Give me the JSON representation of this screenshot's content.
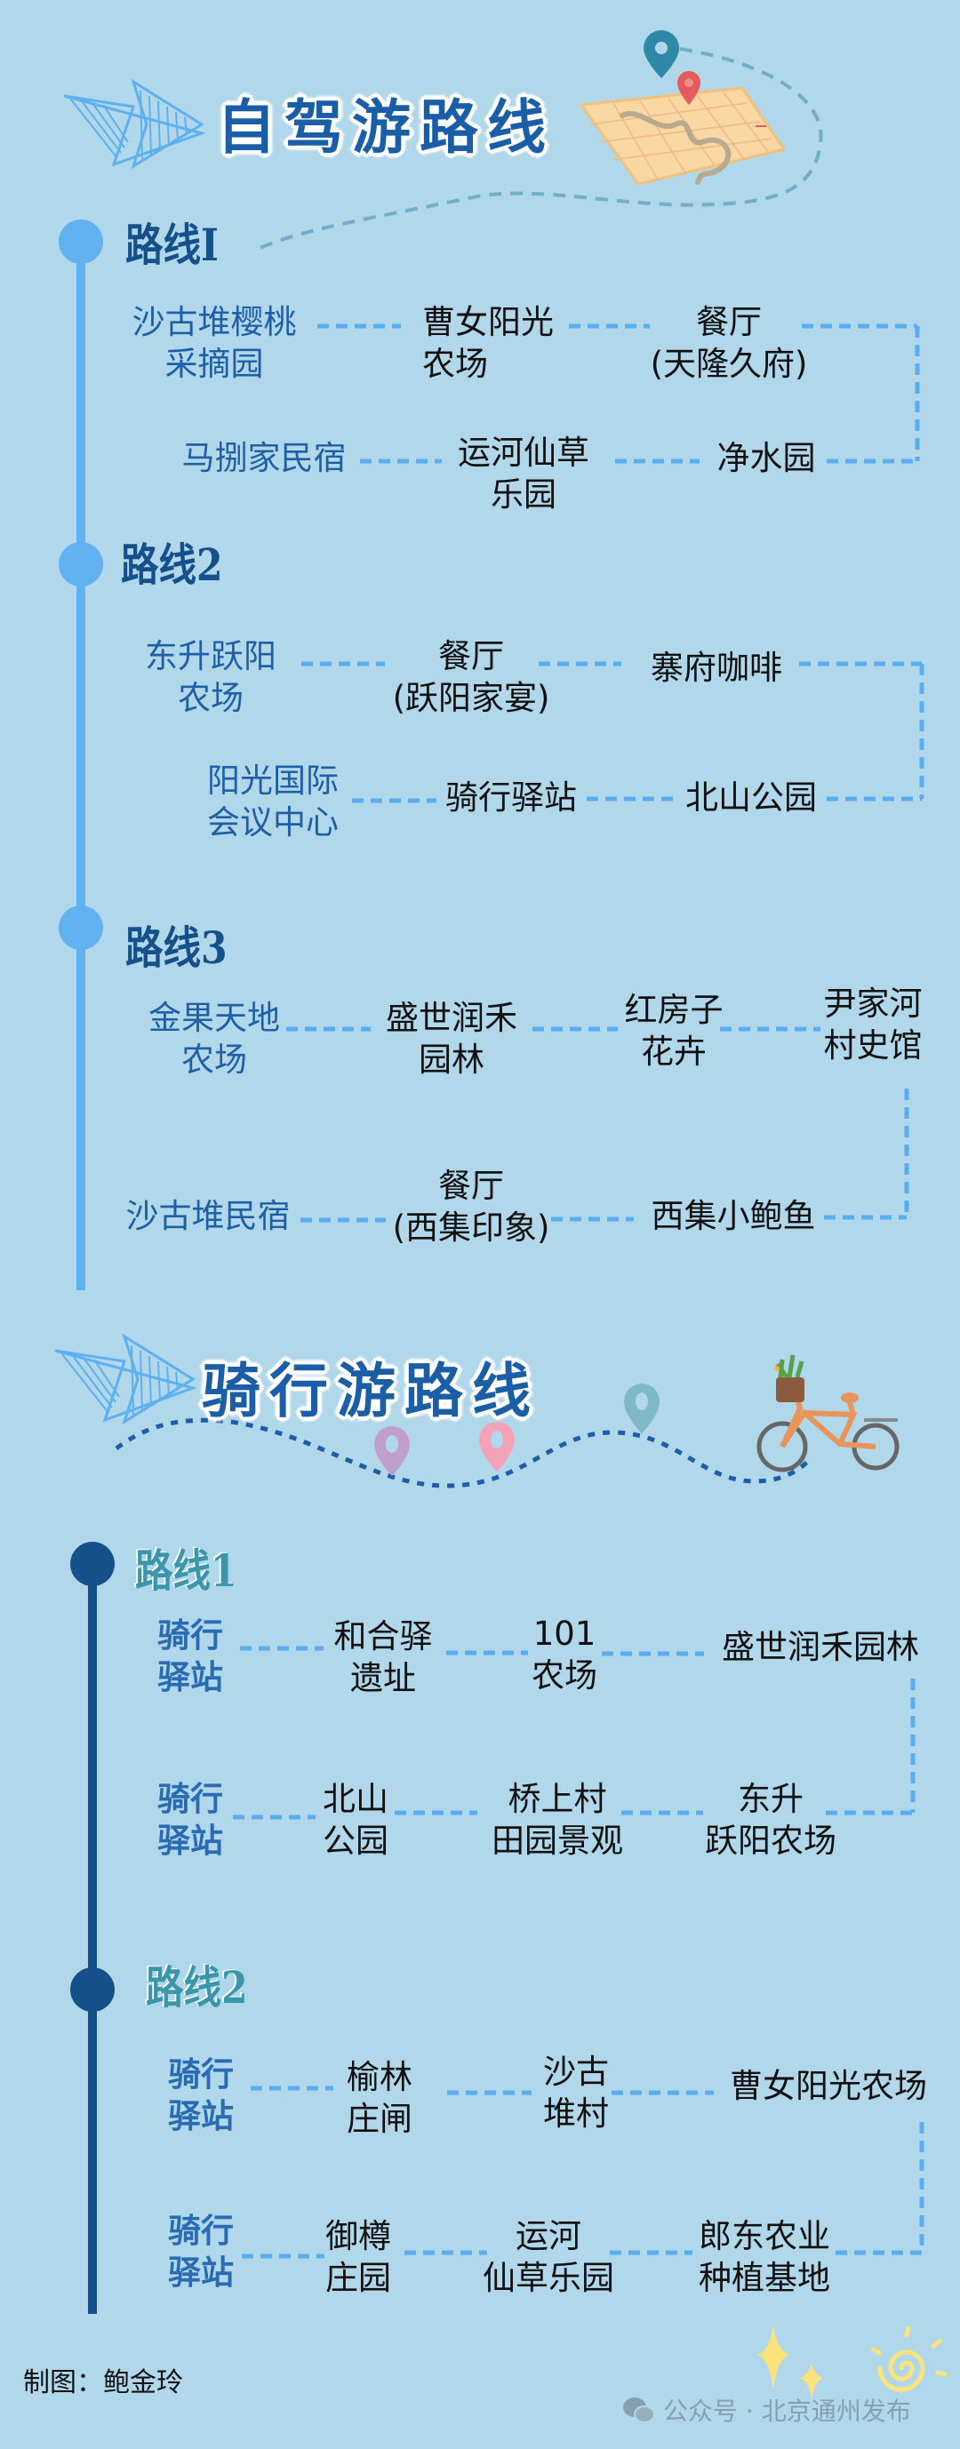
{
  "drive": {
    "title": "自驾游路线",
    "routes": [
      {
        "label": "路线I",
        "rows": [
          [
            {
              "lines": [
                "沙古堆樱桃",
                "采摘园"
              ]
            },
            {
              "lines": [
                "曹女阳光",
                "农场"
              ]
            },
            {
              "lines": [
                "餐厅",
                "(天隆久府)"
              ]
            }
          ],
          [
            {
              "lines": [
                "马捌家民宿"
              ]
            },
            {
              "lines": [
                "运河仙草",
                "乐园"
              ]
            },
            {
              "lines": [
                "净水园"
              ]
            }
          ]
        ]
      },
      {
        "label": "路线2",
        "rows": [
          [
            {
              "lines": [
                "东升跃阳",
                "农场"
              ]
            },
            {
              "lines": [
                "餐厅",
                "(跃阳家宴)"
              ]
            },
            {
              "lines": [
                "寨府咖啡"
              ]
            }
          ],
          [
            {
              "lines": [
                "阳光国际",
                "会议中心"
              ]
            },
            {
              "lines": [
                "骑行驿站"
              ]
            },
            {
              "lines": [
                "北山公园"
              ]
            }
          ]
        ]
      },
      {
        "label": "路线3",
        "rows": [
          [
            {
              "lines": [
                "金果天地",
                "农场"
              ]
            },
            {
              "lines": [
                "盛世润禾",
                "园林"
              ]
            },
            {
              "lines": [
                "红房子",
                "花卉"
              ]
            },
            {
              "lines": [
                "尹家河",
                "村史馆"
              ]
            }
          ],
          [
            {
              "lines": [
                "沙古堆民宿"
              ]
            },
            {
              "lines": [
                "餐厅",
                "(西集印象)"
              ]
            },
            {
              "lines": [
                "西集小鲍鱼"
              ]
            }
          ]
        ]
      }
    ]
  },
  "cycle": {
    "title": "骑行游路线",
    "routes": [
      {
        "label": "路线1",
        "rows": [
          [
            {
              "lines": [
                "骑行",
                "驿站"
              ]
            },
            {
              "lines": [
                "和合驿",
                "遗址"
              ]
            },
            {
              "lines": [
                "101",
                "农场"
              ]
            },
            {
              "lines": [
                "盛世润禾园林"
              ]
            }
          ],
          [
            {
              "lines": [
                "骑行",
                "驿站"
              ]
            },
            {
              "lines": [
                "北山",
                "公园"
              ]
            },
            {
              "lines": [
                "桥上村",
                "田园景观"
              ]
            },
            {
              "lines": [
                "东升",
                "跃阳农场"
              ]
            }
          ]
        ]
      },
      {
        "label": "路线2",
        "rows": [
          [
            {
              "lines": [
                "骑行",
                "驿站"
              ]
            },
            {
              "lines": [
                "榆林",
                "庄闸"
              ]
            },
            {
              "lines": [
                "沙古",
                "堆村"
              ]
            },
            {
              "lines": [
                "曹女阳光农场"
              ]
            }
          ],
          [
            {
              "lines": [
                "骑行",
                "驿站"
              ]
            },
            {
              "lines": [
                "御樽",
                "庄园"
              ]
            },
            {
              "lines": [
                "运河",
                "仙草乐园"
              ]
            },
            {
              "lines": [
                "郎东农业",
                "种植基地"
              ]
            }
          ]
        ]
      }
    ]
  },
  "footer": {
    "credit": "制图：鲍金玲",
    "watermark": "公众号 · 北京通州发布"
  },
  "colors": {
    "background": "#b1d7ea",
    "title": "#1b5ea8",
    "drive_timeline": "#62b2f2",
    "cycle_timeline": "#15508a",
    "connector": "#5aaef0",
    "cycle_heading": "#3b95ab"
  }
}
